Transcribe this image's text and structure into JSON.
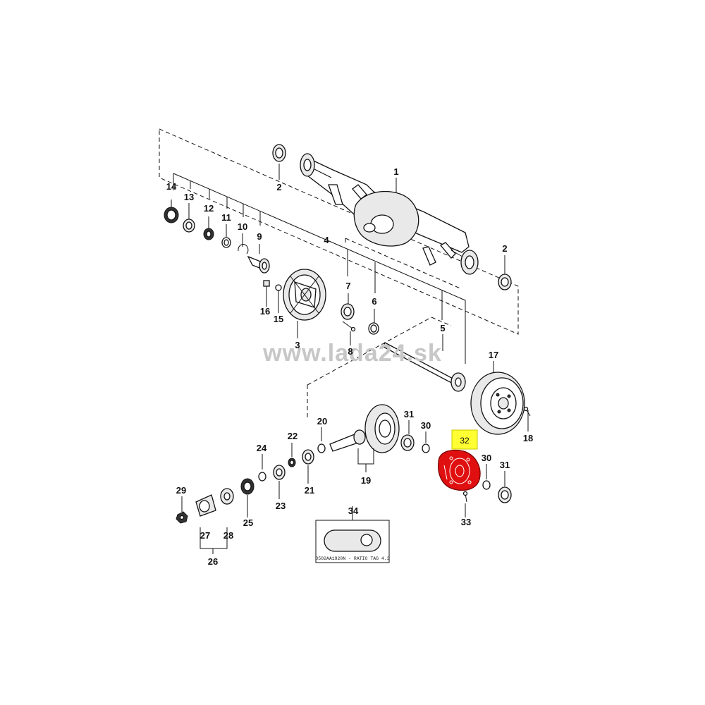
{
  "watermark": "www.lada24.sk",
  "highlight": {
    "label": "32",
    "color": "#ffff33",
    "part_color": "#e01010"
  },
  "tag_text": "0502AA1920N - RATIO TAG 4.3",
  "callouts": {
    "c1": "1",
    "c2a": "2",
    "c2b": "2",
    "c3": "3",
    "c4": "4",
    "c5": "5",
    "c6": "6",
    "c7": "7",
    "c8": "8",
    "c9": "9",
    "c10": "10",
    "c11": "11",
    "c12": "12",
    "c13": "13",
    "c14": "14",
    "c15": "15",
    "c16": "16",
    "c17": "17",
    "c18": "18",
    "c19": "19",
    "c20": "20",
    "c21": "21",
    "c22": "22",
    "c23": "23",
    "c24": "24",
    "c25": "25",
    "c26": "26",
    "c27": "27",
    "c28": "28",
    "c29": "29",
    "c30a": "30",
    "c30b": "30",
    "c31a": "31",
    "c31b": "31",
    "c33": "33",
    "c34": "34"
  }
}
